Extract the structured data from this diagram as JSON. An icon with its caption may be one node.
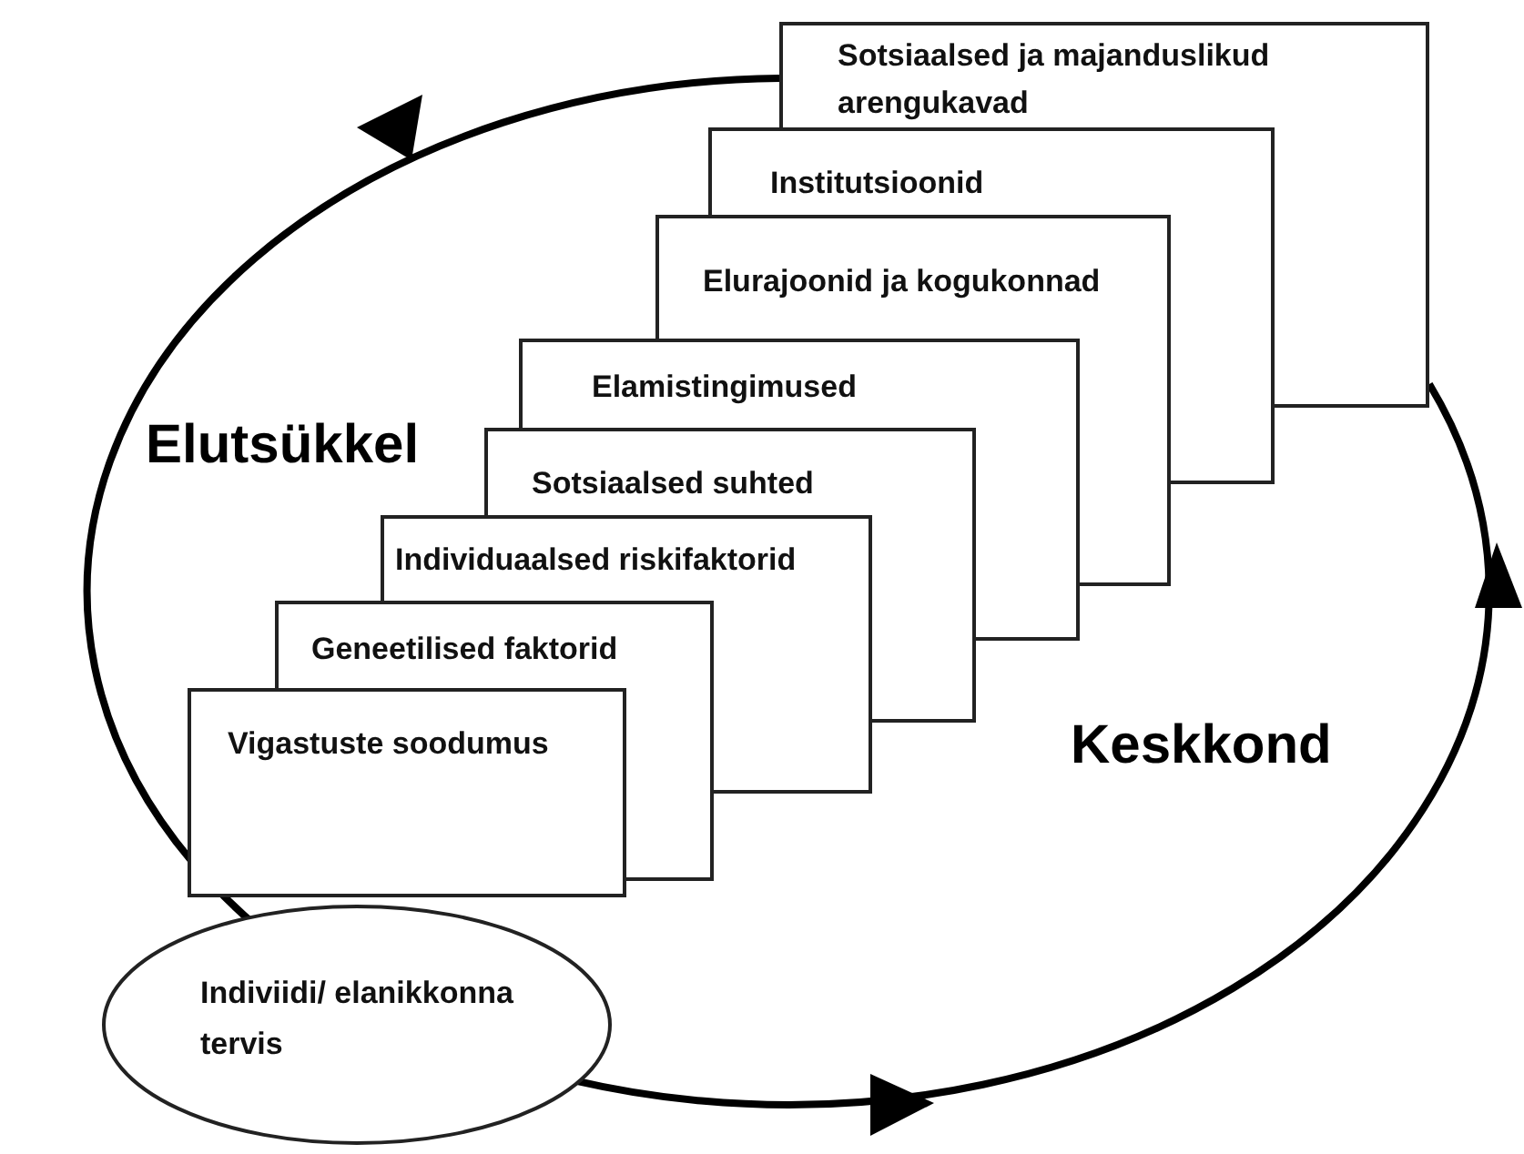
{
  "diagram": {
    "nodes": [
      {
        "text": [
          "Sotsiaalsed ja majanduslikud arengukavad"
        ]
      },
      {
        "text": [
          "Institutsioonid"
        ]
      },
      {
        "text": [
          "Elurajoonid ja kogukonnad"
        ]
      },
      {
        "text": [
          "Elamistingimused"
        ]
      },
      {
        "text": [
          "Sotsiaalsed suhted"
        ]
      },
      {
        "text": [
          "Individuaalsed riskifaktorid"
        ]
      },
      {
        "text": [
          "Geneetilised faktorid"
        ]
      },
      {
        "text": [
          "Vigastuste soodumus"
        ]
      },
      {
        "text": [
          "Indiviidi/ elanikkonna tervis"
        ]
      }
    ],
    "labels": [
      "Elutsükkel",
      "Keskkond"
    ]
  }
}
